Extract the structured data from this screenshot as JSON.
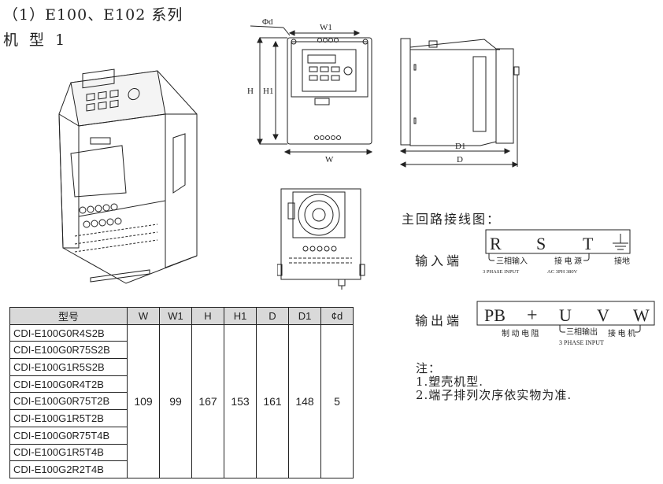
{
  "heading": {
    "series": "（1）E100、E102 系列",
    "model": "机 型 1"
  },
  "drawing_labels": {
    "phi_d": "Φd",
    "W1": "W1",
    "H": "H",
    "H1": "H1",
    "W": "W",
    "D1": "D1",
    "D": "D"
  },
  "table": {
    "headers": [
      "型号",
      "W",
      "W1",
      "H",
      "H1",
      "D",
      "D1",
      "¢d"
    ],
    "models": [
      "CDI-E100G0R4S2B",
      "CDI-E100G0R75S2B",
      "CDI-E100G1R5S2B",
      "CDI-E100G0R4T2B",
      "CDI-E100G0R75T2B",
      "CDI-E100G1R5T2B",
      "CDI-E100G0R75T4B",
      "CDI-E100G1R5T4B",
      "CDI-E100G2R2T4B"
    ],
    "values": [
      "109",
      "99",
      "167",
      "153",
      "161",
      "148",
      "5"
    ]
  },
  "wiring": {
    "title": "主回路接线图：",
    "input_label": "输入端",
    "input_terminals": [
      "R",
      "S",
      "T"
    ],
    "input_note_cn": "三相输入",
    "input_note_en": "3 PHASE INPUT",
    "power_cn": "接 电 源",
    "power_en": "AC 3PH 380V",
    "ground_cn": "接地",
    "output_label": "输出端",
    "output_terminals": [
      "PB",
      "+",
      "U",
      "V",
      "W"
    ],
    "brake_cn": "制 动 电 阻",
    "output_note_cn": "三相输出",
    "output_note_en": "3 PHASE INPUT",
    "motor_cn": "接 电 机"
  },
  "notes": {
    "title": "注：",
    "items": [
      "1.塑壳机型.",
      "2.端子排列次序依实物为准."
    ]
  }
}
